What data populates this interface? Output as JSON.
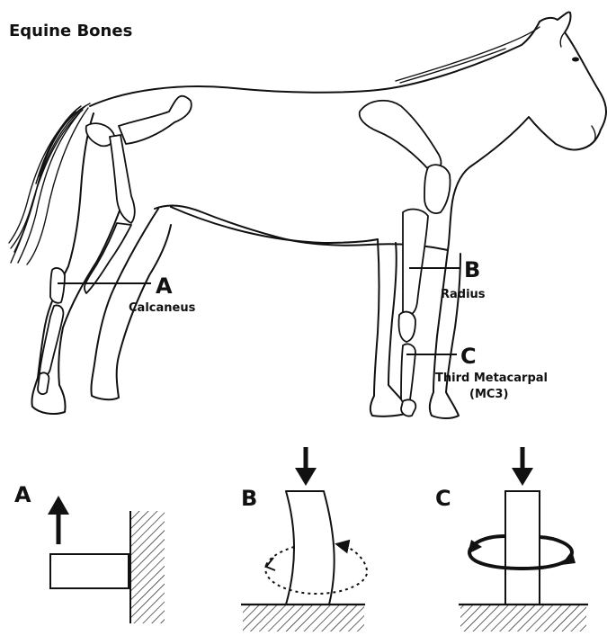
{
  "title": "Equine Bones",
  "callouts": {
    "a": {
      "letter": "A",
      "name": "Calcaneus"
    },
    "b": {
      "letter": "B",
      "name": "Radius"
    },
    "c": {
      "letter": "C",
      "name_line1": "Third Metacarpal",
      "name_line2": "(MC3)"
    }
  },
  "panels": {
    "a": {
      "letter": "A",
      "load": "upward-arrow"
    },
    "b": {
      "letter": "B",
      "load": "downward-arrow"
    },
    "c": {
      "letter": "C",
      "load": "downward-arrow"
    }
  },
  "colors": {
    "ink": "#111111",
    "background": "#ffffff"
  }
}
